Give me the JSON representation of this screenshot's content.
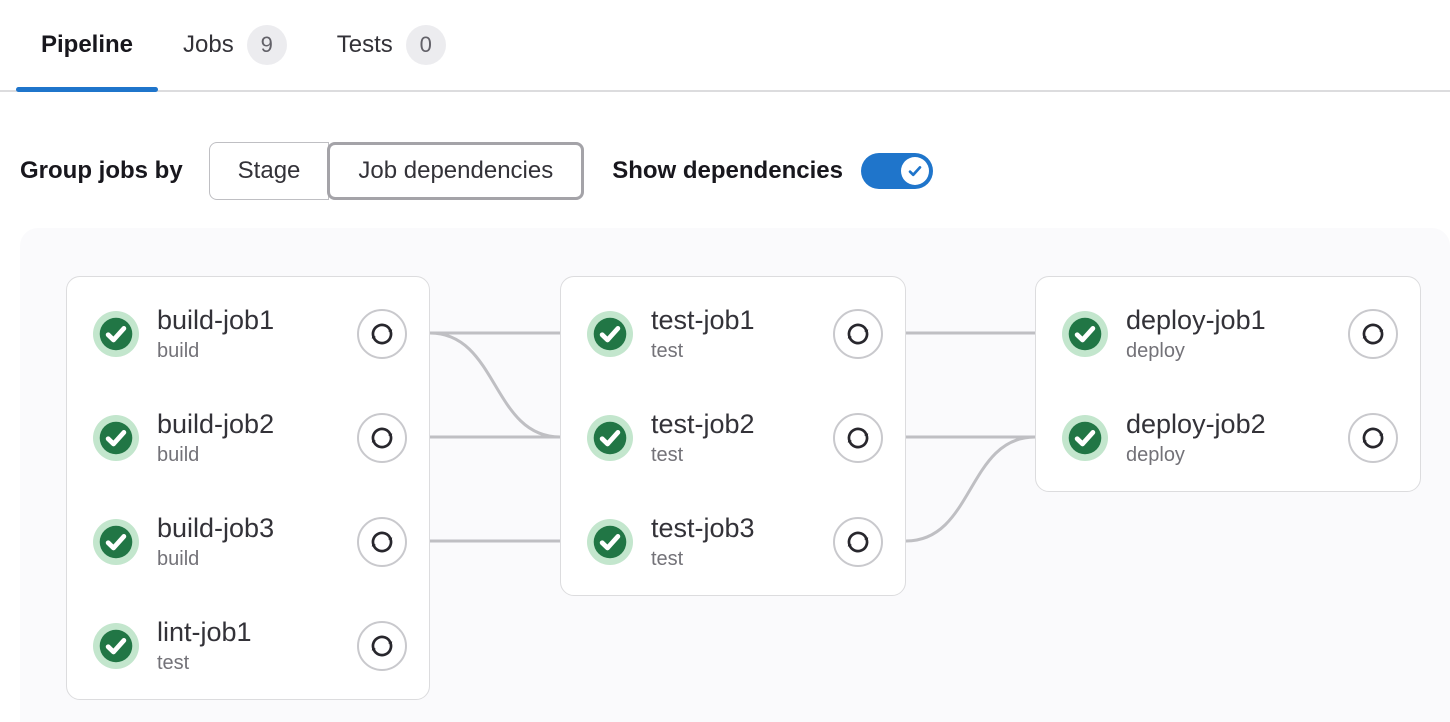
{
  "tabs": {
    "pipeline": {
      "label": "Pipeline"
    },
    "jobs": {
      "label": "Jobs",
      "badge": "9"
    },
    "tests": {
      "label": "Tests",
      "badge": "0"
    }
  },
  "controls": {
    "group_label": "Group jobs by",
    "options": {
      "stage": "Stage",
      "dependencies": "Job dependencies"
    },
    "selected_option": "Job dependencies",
    "show_dependencies_label": "Show dependencies",
    "show_dependencies_enabled": "true"
  },
  "colors": {
    "accent_blue": "#1f75cb",
    "success_green": "#217645",
    "success_ring_green": "#c3e6cd",
    "link_line_gray": "#bfbfc3"
  },
  "icons": {
    "job_status": "status-success-check-circle-icon",
    "job_action": "retry-icon",
    "toggle": "check-icon"
  },
  "graph": {
    "columns": [
      {
        "jobs": [
          {
            "name": "build-job1",
            "stage": "build",
            "status": "success"
          },
          {
            "name": "build-job2",
            "stage": "build",
            "status": "success"
          },
          {
            "name": "build-job3",
            "stage": "build",
            "status": "success"
          },
          {
            "name": "lint-job1",
            "stage": "test",
            "status": "success"
          }
        ]
      },
      {
        "jobs": [
          {
            "name": "test-job1",
            "stage": "test",
            "status": "success"
          },
          {
            "name": "test-job2",
            "stage": "test",
            "status": "success"
          },
          {
            "name": "test-job3",
            "stage": "test",
            "status": "success"
          }
        ]
      },
      {
        "jobs": [
          {
            "name": "deploy-job1",
            "stage": "deploy",
            "status": "success"
          },
          {
            "name": "deploy-job2",
            "stage": "deploy",
            "status": "success"
          }
        ]
      }
    ],
    "dependency_links": [
      {
        "from": "build-job1",
        "to": "test-job1"
      },
      {
        "from": "build-job1",
        "to": "test-job2"
      },
      {
        "from": "build-job2",
        "to": "test-job2"
      },
      {
        "from": "build-job3",
        "to": "test-job3"
      },
      {
        "from": "test-job1",
        "to": "deploy-job1"
      },
      {
        "from": "test-job2",
        "to": "deploy-job2"
      },
      {
        "from": "test-job3",
        "to": "deploy-job2"
      }
    ]
  }
}
